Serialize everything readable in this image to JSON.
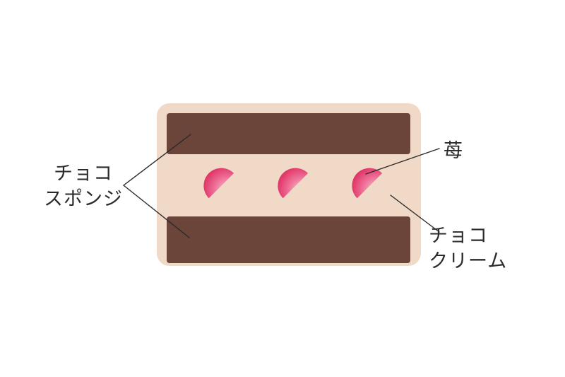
{
  "labels": {
    "sponge": [
      "チョコ",
      "スポンジ"
    ],
    "strawberry": "苺",
    "cream": [
      "チョコ",
      "クリーム"
    ]
  },
  "colors": {
    "background": "#ffffff",
    "outer_cake": "#f0d9c7",
    "sponge": "#6b443a",
    "strawberry_deep": "#dc1e5a",
    "strawberry_light": "#f7c9d6",
    "leader_line": "#2a2a2a"
  },
  "components": {
    "strawberry_count": 3,
    "sponge_layer_count": 2
  }
}
